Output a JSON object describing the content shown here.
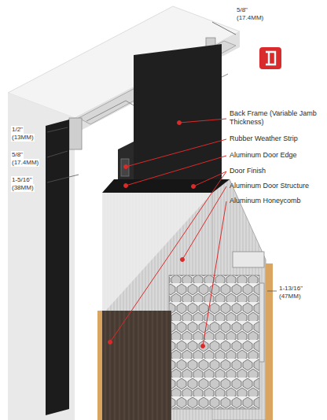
{
  "diagram": {
    "labels": [
      "5/8\"",
      "(17.4MM)",
      "1/2\"",
      "(13MM)",
      "5/8\"",
      "(17.4MM)",
      "1-5/16\"",
      "(38MM)",
      "Back Frame (Variable Jamb Thickness)",
      "Rubber Weather Strip",
      "Aluminum Door Edge",
      "Door Finish",
      "Aluminum Door Structure",
      "Aluminum Honeycomb",
      "1-13/16\"",
      "(47MM)"
    ]
  }
}
